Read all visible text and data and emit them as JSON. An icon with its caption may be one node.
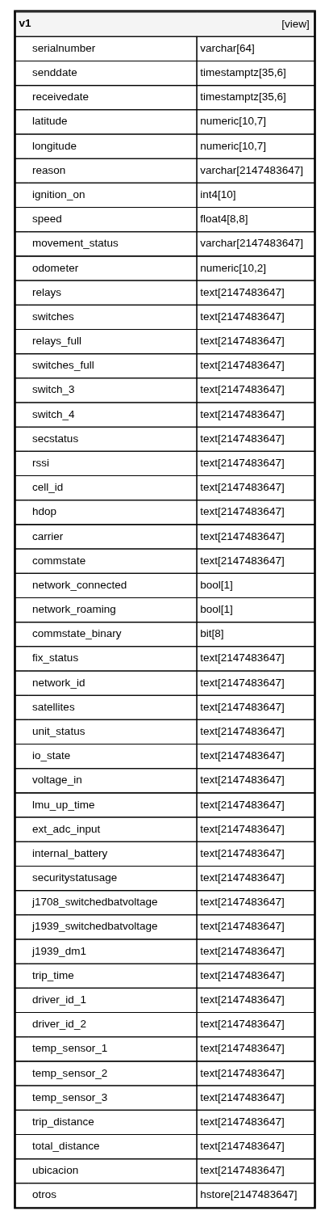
{
  "diagram": {
    "nodes": [
      {
        "text": [
          "v1",
          "[view]",
          "serialnumber",
          "varchar[64]",
          "senddate",
          "timestamptz[35,6]",
          "receivedate",
          "timestamptz[35,6]",
          "latitude",
          "numeric[10,7]",
          "longitude",
          "numeric[10,7]",
          "reason",
          "varchar[2147483647]",
          "ignition_on",
          "int4[10]",
          "speed",
          "float4[8,8]",
          "movement_status",
          "varchar[2147483647]",
          "odometer",
          "numeric[10,2]",
          "relays",
          "text[2147483647]",
          "switches",
          "text[2147483647]",
          "relays_full",
          "text[2147483647]",
          "switches_full",
          "text[2147483647]",
          "switch_3",
          "text[2147483647]",
          "switch_4",
          "text[2147483647]",
          "secstatus",
          "text[2147483647]",
          "rssi",
          "text[2147483647]",
          "cell_id",
          "text[2147483647]",
          "hdop",
          "text[2147483647]",
          "carrier",
          "text[2147483647]",
          "commstate",
          "text[2147483647]",
          "network_connected",
          "bool[1]",
          "network_roaming",
          "bool[1]",
          "commstate_binary",
          "bit[8]",
          "fix_status",
          "text[2147483647]",
          "network_id",
          "text[2147483647]",
          "satellites",
          "text[2147483647]",
          "unit_status",
          "text[2147483647]",
          "io_state",
          "text[2147483647]",
          "voltage_in",
          "text[2147483647]",
          "lmu_up_time",
          "text[2147483647]",
          "ext_adc_input",
          "text[2147483647]",
          "internal_battery",
          "text[2147483647]",
          "securitystatusage",
          "text[2147483647]",
          "j1708_switchedbatvoltage",
          "text[2147483647]",
          "j1939_switchedbatvoltage",
          "text[2147483647]",
          "j1939_dm1",
          "text[2147483647]",
          "trip_time",
          "text[2147483647]",
          "driver_id_1",
          "text[2147483647]",
          "driver_id_2",
          "text[2147483647]",
          "temp_sensor_1",
          "text[2147483647]",
          "temp_sensor_2",
          "text[2147483647]",
          "temp_sensor_3",
          "text[2147483647]",
          "trip_distance",
          "text[2147483647]",
          "total_distance",
          "text[2147483647]",
          "ubicacion",
          "text[2147483647]",
          "otros",
          "hstore[2147483647]"
        ]
      }
    ]
  }
}
